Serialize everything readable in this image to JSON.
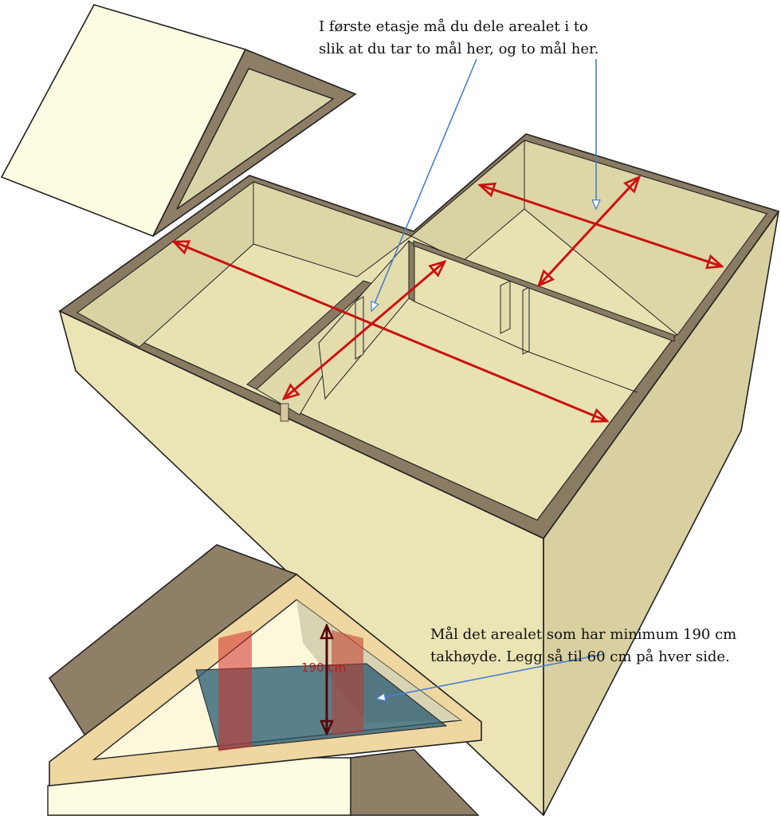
{
  "annotations": {
    "floor_note": {
      "line1": "I første etasje må du dele arealet i to",
      "line2": "slik at du tar to mål her, og to mål her."
    },
    "attic_note": {
      "line1": "Mål det arealet som har minimum 190 cm",
      "line2": "takhøyde. Legg så til 60 cm på hver side."
    },
    "height_label": "190 cm"
  },
  "colors": {
    "measure_arrow": "#cc1111",
    "pointer_arrow": "#4a7fd0",
    "wall_face": "#ece6b8",
    "wall_top": "#8a7b63",
    "floor": "#e6e0b0",
    "roof": "#fdfbe0",
    "roof_rim": "#efd7a2",
    "usable_area": "#2b5d73"
  }
}
